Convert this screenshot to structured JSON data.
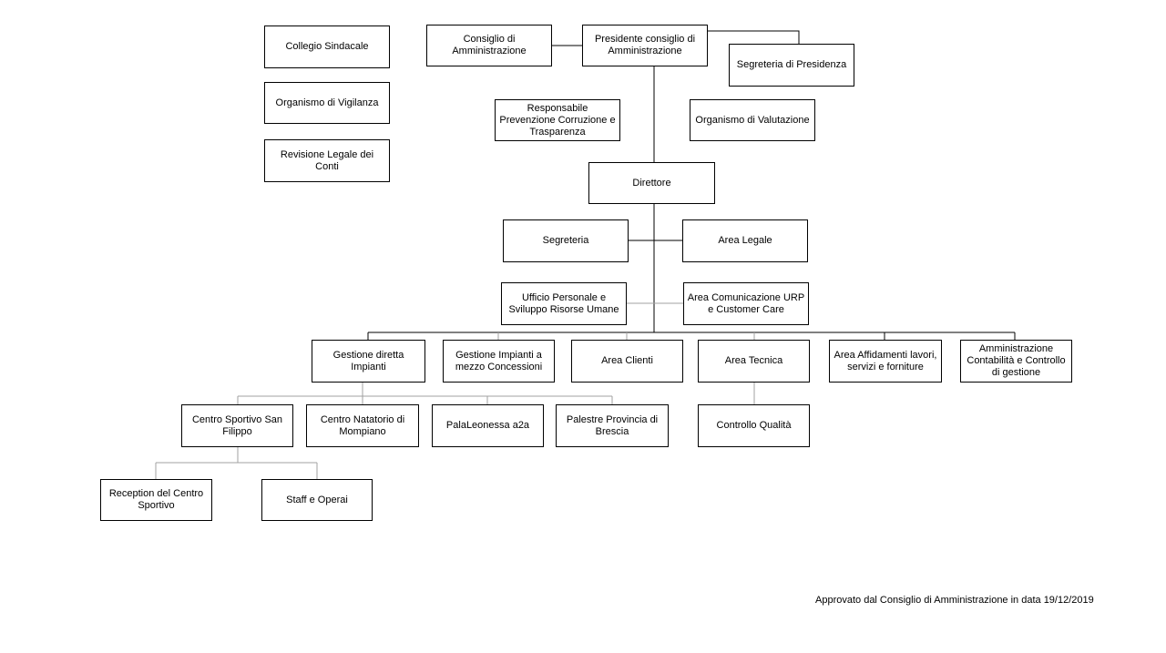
{
  "boxes": {
    "collegio_sindacale": "Collegio Sindacale",
    "organismo_vigilanza": "Organismo di Vigilanza",
    "revisione_legale": "Revisione Legale dei Conti",
    "consiglio_amministrazione": "Consiglio di Amministrazione",
    "presidente_consiglio": "Presidente consiglio di Amministrazione",
    "segreteria_presidenza": "Segreteria di Presidenza",
    "responsabile_prevenzione": "Responsabile Prevenzione Corruzione e Trasparenza",
    "organismo_valutazione": "Organismo di Valutazione",
    "direttore": "Direttore",
    "segreteria": "Segreteria",
    "area_legale": "Area Legale",
    "ufficio_personale": "Ufficio Personale e Sviluppo Risorse Umane",
    "area_comunicazione": "Area Comunicazione URP e Customer Care",
    "gestione_diretta": "Gestione diretta Impianti",
    "gestione_concessioni": "Gestione Impianti a mezzo Concessioni",
    "area_clienti": "Area Clienti",
    "area_tecnica": "Area Tecnica",
    "area_affidamenti": "Area Affidamenti lavori, servizi e forniture",
    "amministrazione_contabilita": "Amministrazione Contabilità e Controllo di gestione",
    "centro_sportivo": "Centro Sportivo San Filippo",
    "centro_natatorio": "Centro Natatorio di Mompiano",
    "palaleonessa": "PalaLeonessa a2a",
    "palestre_provincia": "Palestre Provincia di Brescia",
    "controllo_qualita": "Controllo Qualità",
    "reception": "Reception del Centro Sportivo",
    "staff_operai": "Staff e Operai"
  },
  "footer_note": "Approvato dal Consiglio di Amministrazione in data 19/12/2019"
}
